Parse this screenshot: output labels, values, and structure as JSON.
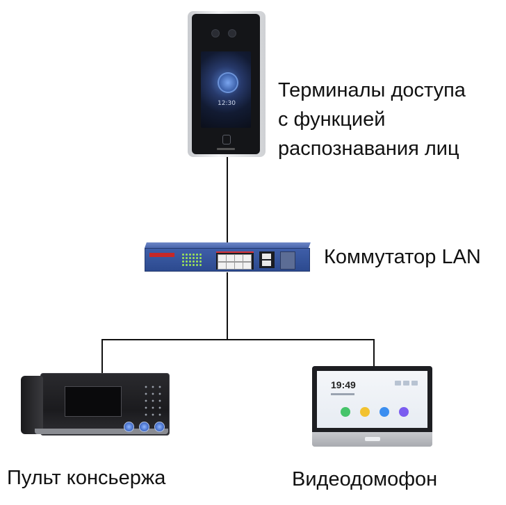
{
  "diagram": {
    "nodes": {
      "terminal": {
        "label_lines": [
          "Терминалы доступа",
          "с функцией",
          "распознавания лиц"
        ],
        "screen_time": "12:30"
      },
      "switch": {
        "label": "Коммутатор LAN"
      },
      "concierge": {
        "label": "Пульт консьержа"
      },
      "intercom": {
        "label": "Видеодомофон",
        "screen_time": "19:49"
      }
    },
    "edges": [
      {
        "from": "terminal",
        "to": "switch"
      },
      {
        "from": "switch",
        "to": "concierge"
      },
      {
        "from": "switch",
        "to": "intercom"
      }
    ],
    "colors": {
      "line": "#111111",
      "switch_body": "#2c4a8f",
      "switch_accent": "#d8343a",
      "app_green": "#46c46a",
      "app_yellow": "#f2c230",
      "app_blue": "#3b8ef0",
      "app_purple": "#7b5cf0"
    }
  }
}
